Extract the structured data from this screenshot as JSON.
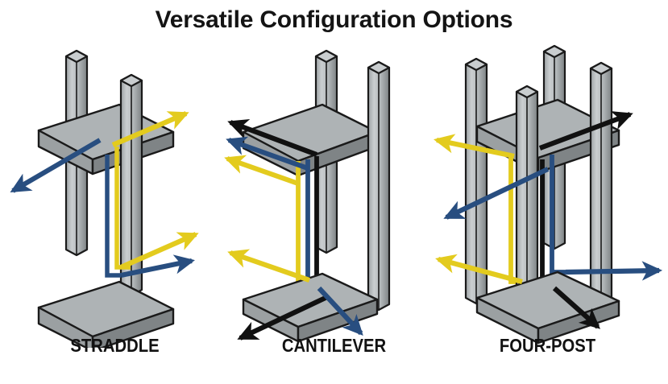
{
  "page": {
    "title": "Versatile Configuration Options",
    "background_color": "#ffffff"
  },
  "palette": {
    "arrow_yellow": "#E3CB1E",
    "arrow_blue": "#284E80",
    "arrow_black": "#111111",
    "steel_light": "#C9CDCF",
    "steel_mid": "#A7ABAD",
    "steel_dark": "#83888B",
    "steel_shadow": "#6E7376",
    "outline": "#1A1A1A",
    "label_color": "#121212",
    "title_color": "#141414"
  },
  "figures": [
    {
      "id": "straddle",
      "label": "STRADDLE",
      "mast_count": 2,
      "platform_count": 2,
      "arrow_colors": [
        "#E3CB1E",
        "#284E80"
      ],
      "arrows": [
        {
          "color": "#E3CB1E",
          "direction": "up-right",
          "level": "upper"
        },
        {
          "color": "#284E80",
          "direction": "down-left",
          "level": "upper"
        },
        {
          "color": "#E3CB1E",
          "direction": "up-right",
          "level": "lower"
        },
        {
          "color": "#284E80",
          "direction": "right",
          "level": "lower"
        }
      ]
    },
    {
      "id": "cantilever",
      "label": "CANTILEVER",
      "mast_count": 2,
      "platform_count": 2,
      "arrow_colors": [
        "#111111",
        "#284E80",
        "#E3CB1E"
      ],
      "arrows": [
        {
          "color": "#111111",
          "direction": "up-left",
          "level": "upper"
        },
        {
          "color": "#284E80",
          "direction": "up-left",
          "level": "upper"
        },
        {
          "color": "#E3CB1E",
          "direction": "up-left",
          "level": "upper"
        },
        {
          "color": "#E3CB1E",
          "direction": "up-left",
          "level": "lower"
        },
        {
          "color": "#111111",
          "direction": "down-left",
          "level": "lower"
        },
        {
          "color": "#284E80",
          "direction": "down-right",
          "level": "lower"
        }
      ]
    },
    {
      "id": "fourpost",
      "label": "FOUR-POST",
      "mast_count": 4,
      "platform_count": 2,
      "arrow_colors": [
        "#111111",
        "#284E80",
        "#E3CB1E"
      ],
      "arrows": [
        {
          "color": "#111111",
          "direction": "up-right",
          "level": "upper"
        },
        {
          "color": "#E3CB1E",
          "direction": "up-left",
          "level": "upper"
        },
        {
          "color": "#284E80",
          "direction": "down-left",
          "level": "upper"
        },
        {
          "color": "#E3CB1E",
          "direction": "up-left",
          "level": "lower"
        },
        {
          "color": "#284E80",
          "direction": "right",
          "level": "lower"
        },
        {
          "color": "#111111",
          "direction": "down-right",
          "level": "lower"
        }
      ]
    }
  ]
}
